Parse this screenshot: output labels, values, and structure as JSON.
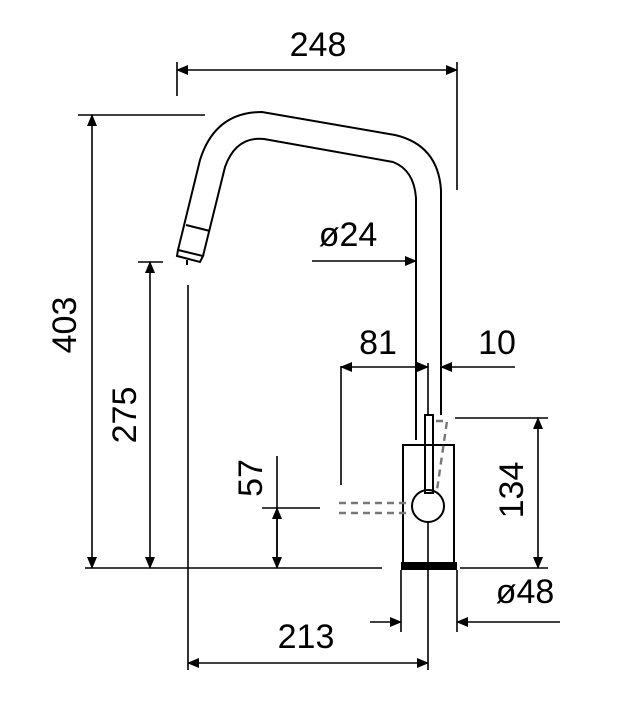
{
  "dimensions": {
    "width_total": "248",
    "height_total": "403",
    "spout_height": "275",
    "lever_height": "57",
    "spout_diameter": "ø24",
    "reach_81": "81",
    "reach_10": "10",
    "body_height": "134",
    "base_diameter": "ø48",
    "reach_213": "213"
  }
}
